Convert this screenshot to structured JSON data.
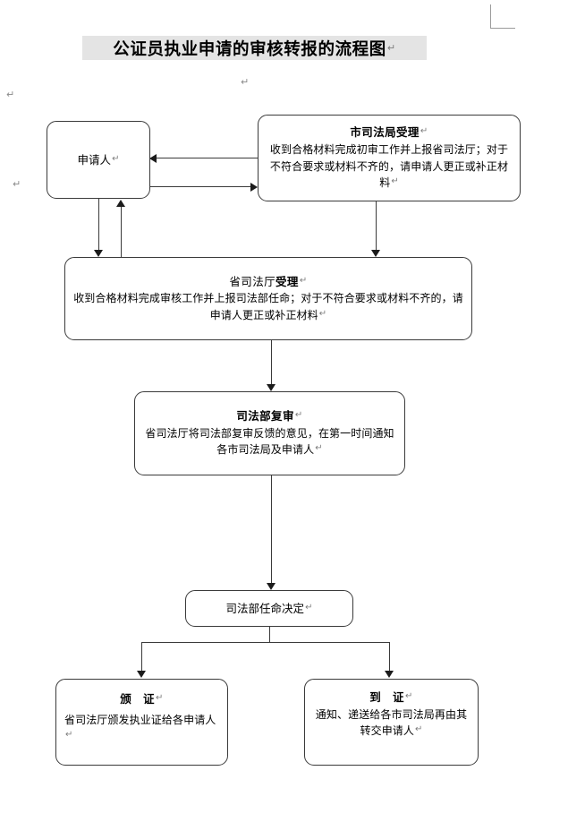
{
  "document": {
    "title": "公证员执业申请的审核转报的流程图",
    "return_mark": "↵"
  },
  "nodes": {
    "applicant": {
      "label": "申请人"
    },
    "city_bureau": {
      "heading": "市司法局受理",
      "body": "收到合格材料完成初审工作并上报省司法厅；对于不符合要求或材料不齐的，请申请人更正或补正材料"
    },
    "province_dept": {
      "heading_normal": "省司法厅",
      "heading_bold": "受理",
      "body": "收到合格材料完成审核工作并上报司法部任命；对于不符合要求或材料不齐的，请申请人更正或补正材料"
    },
    "ministry_review": {
      "heading": "司法部复审",
      "body": "省司法厅将司法部复审反馈的意见，在第一时间通知各市司法局及申请人"
    },
    "appointment_decision": {
      "label": "司法部任命决定"
    },
    "issue_certificate": {
      "heading": "颁　证",
      "body": "省司法厅颁发执业证给各申请人"
    },
    "deliver_certificate": {
      "heading": "到　证",
      "body": "通知、递送给各市司法局再由其转交申请人"
    }
  },
  "connectors": {
    "city_to_applicant": "arrow-left",
    "applicant_to_city": "arrow-right",
    "applicant_to_province": "arrow-down",
    "province_to_applicant": "arrow-up",
    "city_to_province": "arrow-down",
    "province_to_ministry": "arrow-down",
    "ministry_to_decision": "arrow-down",
    "decision_to_issue": "arrow-down",
    "decision_to_deliver": "arrow-down"
  },
  "colors": {
    "stroke": "#3a3a3a",
    "arrow_fill": "#1b1b1b",
    "title_highlight": "#e4e4e4",
    "page_background": "#ffffff",
    "return_mark": "#7d7d7d"
  }
}
